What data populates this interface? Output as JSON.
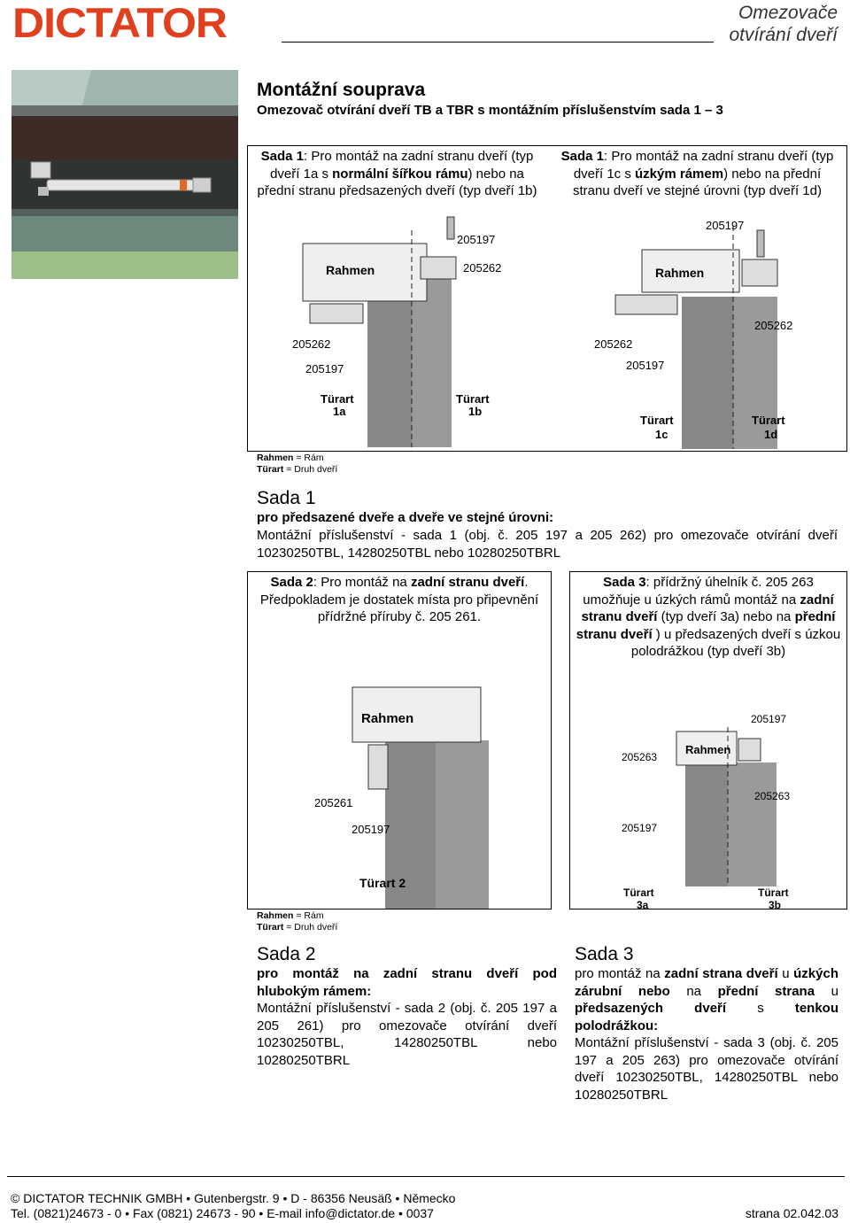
{
  "header": {
    "logo_text": "DICTATOR",
    "title_line1": "Omezovače",
    "title_line2": "otvírání dveří",
    "brand_color": "#e0401e"
  },
  "main": {
    "title": "Montážní souprava",
    "subtitle": "Omezovač otvírání dveří TB a TBR s montážním příslušenstvím sada 1 – 3"
  },
  "sada1": {
    "left_caption": {
      "bold1": "Sada 1",
      "t1": ": Pro montáž na zadní stranu dveří (typ dveří 1a s ",
      "bold2": "normální šířkou rámu",
      "t2": ") nebo na přední stranu předsazených dveří (typ dveří 1b)"
    },
    "right_caption": {
      "bold1": "Sada 1",
      "t1": ": Pro montáž na zadní stranu dveří (typ dveří 1c s ",
      "bold2": "úzkým rámem",
      "t2": ") nebo na přední stranu dveří ve stejné úrovni (typ dveří 1d)"
    },
    "diagram_labels": {
      "rahmen": "Rahmen",
      "p205197": "205197",
      "p205262": "205262",
      "turart": "Türart",
      "t1a": "1a",
      "t1b": "1b",
      "t1c": "1c",
      "t1d": "1d"
    },
    "legend": {
      "rahmen_key": "Rahmen",
      "rahmen_val": " = Rám",
      "turart_key": "Türart",
      "turart_val": " = Druh dveří"
    },
    "heading": "Sada 1",
    "bold_line": "pro předsazené dveře a dveře ve stejné úrovni:",
    "text": "Montážní příslušenství - sada 1 (obj. č. 205 197 a 205 262) pro omezovače otvírání dveří 10230250TBL, 14280250TBL nebo 10280250TBRL"
  },
  "sada2": {
    "caption": {
      "t0": "Sada 2",
      "t1": ": Pro montáž na ",
      "bold1": "zadní stranu dveří",
      "t2": ". Předpokladem je dostatek místa pro připevnění přídržné příruby č. 205 261."
    },
    "diagram_labels": {
      "rahmen": "Rahmen",
      "p205261": "205261",
      "p205197": "205197",
      "turart2": "Türart 2"
    },
    "legend": {
      "rahmen_key": "Rahmen",
      "rahmen_val": " = Rám",
      "turart_key": "Türart",
      "turart_val": " = Druh dveří"
    },
    "heading": "Sada 2",
    "bold_line": "pro montáž na zadní stranu dveří pod hlubokým rámem:",
    "text": "Montážní příslušenství - sada 2 (obj. č. 205 197 a 205 261) pro omezovače otvírání dveří 10230250TBL, 14280250TBL nebo 10280250TBRL"
  },
  "sada3": {
    "caption": {
      "bold0": "Sada 3",
      "t1": ": přídržný úhelník č. 205 263 umožňuje u úzkých rámů montáž na ",
      "bold1": "zadní stranu dveří",
      "t2": " (typ dveří 3a) nebo na ",
      "bold2": "přední stranu dveří",
      "t3": " ) u předsazených dveří s úzkou polodrážkou (typ dveří 3b)"
    },
    "diagram_labels": {
      "rahmen": "Rahmen",
      "p205197": "205197",
      "p205263": "205263",
      "turart": "Türart",
      "t3a": "3a",
      "t3b": "3b"
    },
    "heading": "Sada 3",
    "text_t0": "pro montáž na ",
    "text_b1": "zadní strana dveří",
    "text_t1": " u ",
    "text_b2": "úzkých zárubní nebo",
    "text_t2": " na ",
    "text_b3": "přední strana",
    "text_t3": " u ",
    "text_b4": "předsazených dveří",
    "text_t4": " s ",
    "text_b5": "tenkou polodrážkou:",
    "text_rest": "Montážní příslušenství - sada 3 (obj. č. 205 197 a 205 263) pro omezovače otvírání dveří 10230250TBL, 14280250TBL nebo 10280250TBRL"
  },
  "footer": {
    "line1": "© DICTATOR TECHNIK GMBH • Gutenbergstr. 9 • D - 86356 Neusäß • Německo",
    "line2": "Tel. (0821)24673 - 0 • Fax (0821) 24673 - 90 • E-mail info@dictator.de • 0037",
    "page": "strana 02.042.03"
  }
}
